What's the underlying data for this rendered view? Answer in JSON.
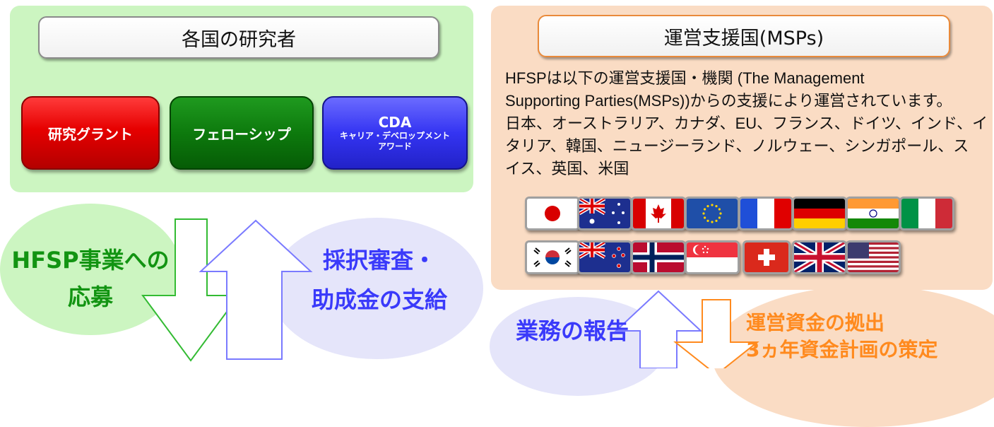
{
  "researchers": {
    "title": "各国の研究者",
    "programs": {
      "grant": "研究グラント",
      "fellowship": "フェローシップ",
      "cda_main": "CDA",
      "cda_sub1": "キャリア・デベロップメント",
      "cda_sub2": "アワード"
    }
  },
  "apply": {
    "line1": "HFSP事業への",
    "line2": "応募"
  },
  "review": {
    "line1": "採択審査・",
    "line2": "助成金の支給"
  },
  "msps": {
    "title": "運営支援国(MSPs)",
    "description": [
      "HFSPは以下の運営支援国・機関 (The Management",
      "Supporting Parties(MSPs))からの支援により運営されています。",
      "日本、オーストラリア、カナダ、EU、フランス、ドイツ、インド、イ",
      "タリア、韓国、ニュージーランド、ノルウェー、シンガポール、ス",
      "イス、英国、米国"
    ],
    "flags": [
      "japan-flag",
      "australia-flag",
      "canada-flag",
      "eu-flag",
      "france-flag",
      "germany-flag",
      "india-flag",
      "italy-flag",
      "korea-flag",
      "new-zealand-flag",
      "norway-flag",
      "singapore-flag",
      "switzerland-flag",
      "uk-flag",
      "usa-flag"
    ]
  },
  "report": {
    "label": "業務の報告"
  },
  "funding": {
    "line1": "運営資金の拠出",
    "line2": "3ヵ年資金計画の策定"
  },
  "colors": {
    "left_bg": "#ccf5c1",
    "right_bg": "#fadcc4",
    "grant": "#e60000",
    "fellowship": "#0d7a0d",
    "cda": "#3434f2",
    "green_text": "#129412",
    "blue_text": "#3a3afa",
    "orange_text": "#ff8a1e"
  }
}
